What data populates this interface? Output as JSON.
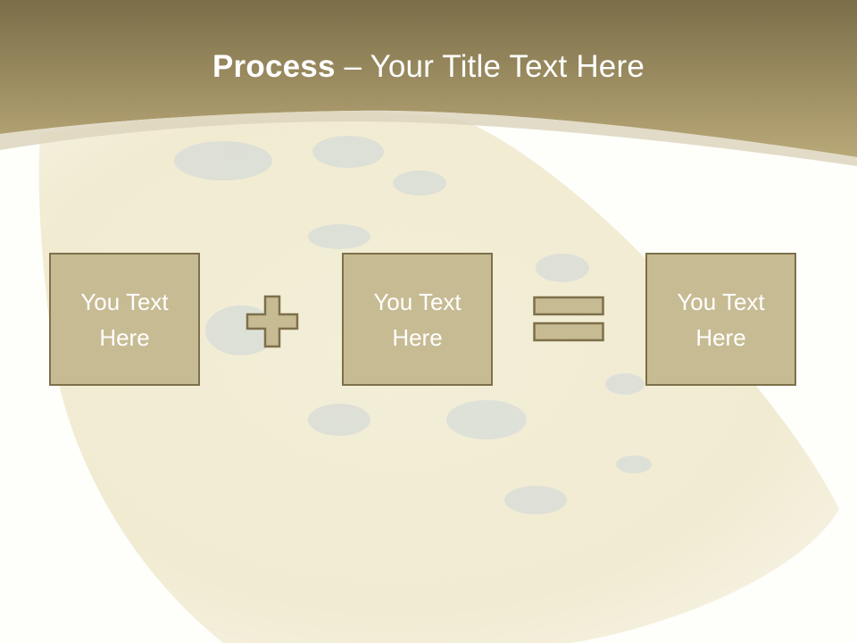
{
  "title": {
    "bold": "Process",
    "rest": " – Your Title Text Here"
  },
  "boxes": [
    {
      "label": "You Text Here"
    },
    {
      "label": "You Text Here"
    },
    {
      "label": "You Text Here"
    }
  ],
  "colors": {
    "header_top": "#7b6e48",
    "header_bottom": "#b7a675",
    "box_fill": "#c7bb93",
    "box_border": "#7d704a",
    "operator_fill": "#c7bb93",
    "operator_border": "#7d704a",
    "cheese": "#f5f0dc"
  },
  "operators": [
    "plus-icon",
    "equals-icon"
  ]
}
